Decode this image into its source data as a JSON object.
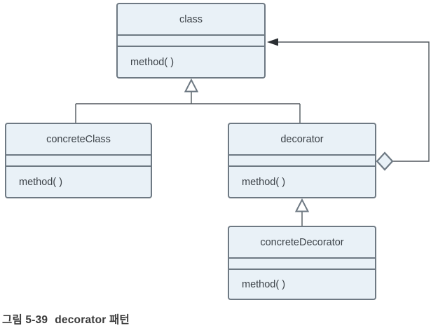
{
  "diagram": {
    "kind": "uml-class-diagram",
    "classes": [
      {
        "name": "class",
        "title": "class",
        "attributes": "",
        "method": "method( )"
      },
      {
        "name": "concreteClass",
        "title": "concreteClass",
        "attributes": "",
        "method": "method( )"
      },
      {
        "name": "decorator",
        "title": "decorator",
        "attributes": "",
        "method": "method( )"
      },
      {
        "name": "concreteDecorator",
        "title": "concreteDecorator",
        "attributes": "",
        "method": "method( )"
      }
    ],
    "relations": [
      {
        "type": "generalization",
        "from": "concreteClass",
        "to": "class"
      },
      {
        "type": "generalization",
        "from": "decorator",
        "to": "class"
      },
      {
        "type": "generalization",
        "from": "concreteDecorator",
        "to": "decorator"
      },
      {
        "type": "aggregation",
        "from": "decorator",
        "to": "class"
      }
    ],
    "colors": {
      "box_fill": "#E9F1F7",
      "box_border": "#6E7983",
      "connector_line": "#50575D",
      "arrowhead_fill": "#2B2F33",
      "text": "#3C4248"
    }
  },
  "caption": {
    "figure_label": "그림 5-39",
    "figure_title": "decorator 패턴"
  }
}
